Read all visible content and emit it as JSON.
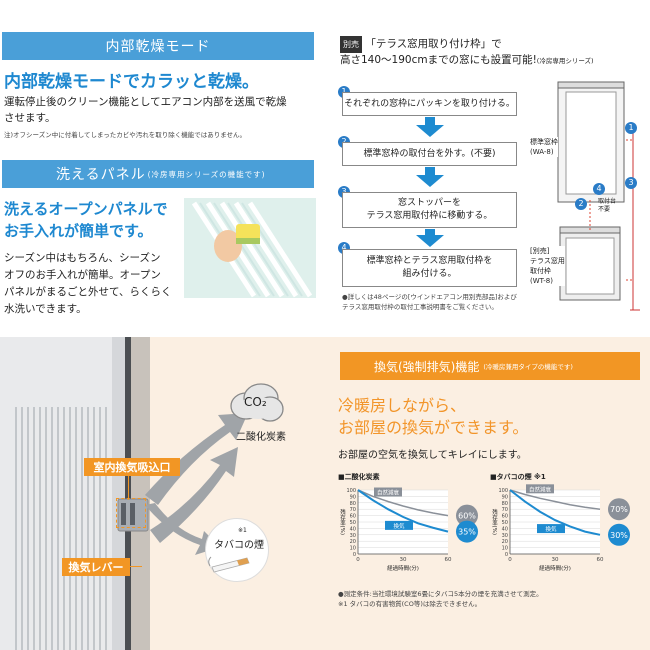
{
  "dry": {
    "header": "内部乾燥モード",
    "title": "内部乾燥モードでカラッと乾燥。",
    "body": [
      "運転停止後のクリーン機能としてエアコン内部を送風で乾燥",
      "させます。"
    ],
    "note": "注)オフシーズン中に付着してしまったカビや汚れを取り除く機能ではありません。"
  },
  "panel": {
    "header": "洗えるパネル",
    "header_sub": "(冷房専用シリーズの機能です)",
    "title": [
      "洗えるオープンパネルで",
      "お手入れが簡単です。"
    ],
    "body": [
      "シーズン中はもちろん、シーズン",
      "オフのお手入れが簡単。オープン",
      "パネルがまるごと外せて、らくらく",
      "水洗いできます。"
    ]
  },
  "terrace": {
    "badge": "別売",
    "title_line1": "「テラス窓用取り付け枠」で",
    "title_line2": "高さ140～190cmまでの窓にも設置可能!",
    "title_sub": "(冷房専用シリーズ)",
    "steps": [
      {
        "num": "1",
        "text": "それぞれの窓枠にパッキンを取り付ける。"
      },
      {
        "num": "2",
        "text": "標準窓枠の取付台を外す。(不要)"
      },
      {
        "num": "3",
        "text": "窓ストッパーを\nテラス窓用取付枠に移動する。"
      },
      {
        "num": "4",
        "text": "標準窓枠とテラス窓用取付枠を\n組み付ける。"
      }
    ],
    "note": "●詳しくは48ページの[ウインドエアコン用別売部品]および\nテラス窓用取付枠の取付工事説明書をご覧ください。",
    "diagram": {
      "std_frame": "標準窓枠\n(WA-8)",
      "mount_label": "取付台\n不要",
      "terrace_frame": "[別売]\nテラス窓用\n取付枠\n(WT-8)",
      "num1": "1",
      "num2": "2",
      "num3": "3",
      "num4": "4"
    }
  },
  "vent": {
    "header": "換気(強制排気)機能",
    "header_sub": "(冷暖房兼用タイプの機能です)",
    "title": [
      "冷暖房しながら、",
      "お部屋の換気ができます。"
    ],
    "subtitle": "お部屋の空気を換気してキレイにします。",
    "co2_label": "CO₂",
    "co2_text": "二酸化炭素",
    "tobacco_label": "タバコの煙",
    "tobacco_note": "※1",
    "intake_label": "室内換気吸込口",
    "lever_label": "換気レバー",
    "footnote1": "●測定条件:当社環境試験室6畳にタバコ5本分の煙を充満させて測定。",
    "footnote2": "※1 タバコの有害物質(CO等)は除去できません。"
  },
  "chart_data": [
    {
      "type": "line",
      "title": "■二酸化炭素",
      "xlabel": "経過時間(分)",
      "ylabel": "残存率(%)",
      "x": [
        0,
        30,
        60
      ],
      "xlim": [
        0,
        60
      ],
      "ylim": [
        0,
        100
      ],
      "yticks": [
        0,
        10,
        20,
        30,
        40,
        50,
        60,
        70,
        80,
        90,
        100
      ],
      "series": [
        {
          "name": "自然減衰",
          "x": [
            0,
            10,
            20,
            30,
            40,
            50,
            60
          ],
          "values": [
            100,
            90,
            82,
            75,
            69,
            64,
            60
          ],
          "end_label": "60%",
          "color": "#8a9099"
        },
        {
          "name": "換気",
          "x": [
            0,
            10,
            20,
            30,
            40,
            50,
            60
          ],
          "values": [
            100,
            84,
            70,
            58,
            48,
            41,
            35
          ],
          "end_label": "35%",
          "color": "#1e8bd0"
        }
      ]
    },
    {
      "type": "line",
      "title": "■タバコの煙",
      "title_note": "※1",
      "xlabel": "経過時間(分)",
      "ylabel": "残存率(%)",
      "x": [
        0,
        30,
        60
      ],
      "xlim": [
        0,
        60
      ],
      "ylim": [
        0,
        100
      ],
      "yticks": [
        0,
        10,
        20,
        30,
        40,
        50,
        60,
        70,
        80,
        90,
        100
      ],
      "series": [
        {
          "name": "自然減衰",
          "x": [
            0,
            10,
            20,
            30,
            40,
            50,
            60
          ],
          "values": [
            100,
            93,
            87,
            82,
            77,
            73,
            70
          ],
          "end_label": "70%",
          "color": "#8a9099"
        },
        {
          "name": "換気",
          "x": [
            0,
            10,
            20,
            30,
            40,
            50,
            60
          ],
          "values": [
            100,
            82,
            66,
            53,
            43,
            35,
            30
          ],
          "end_label": "30%",
          "color": "#1e8bd0"
        }
      ]
    }
  ]
}
